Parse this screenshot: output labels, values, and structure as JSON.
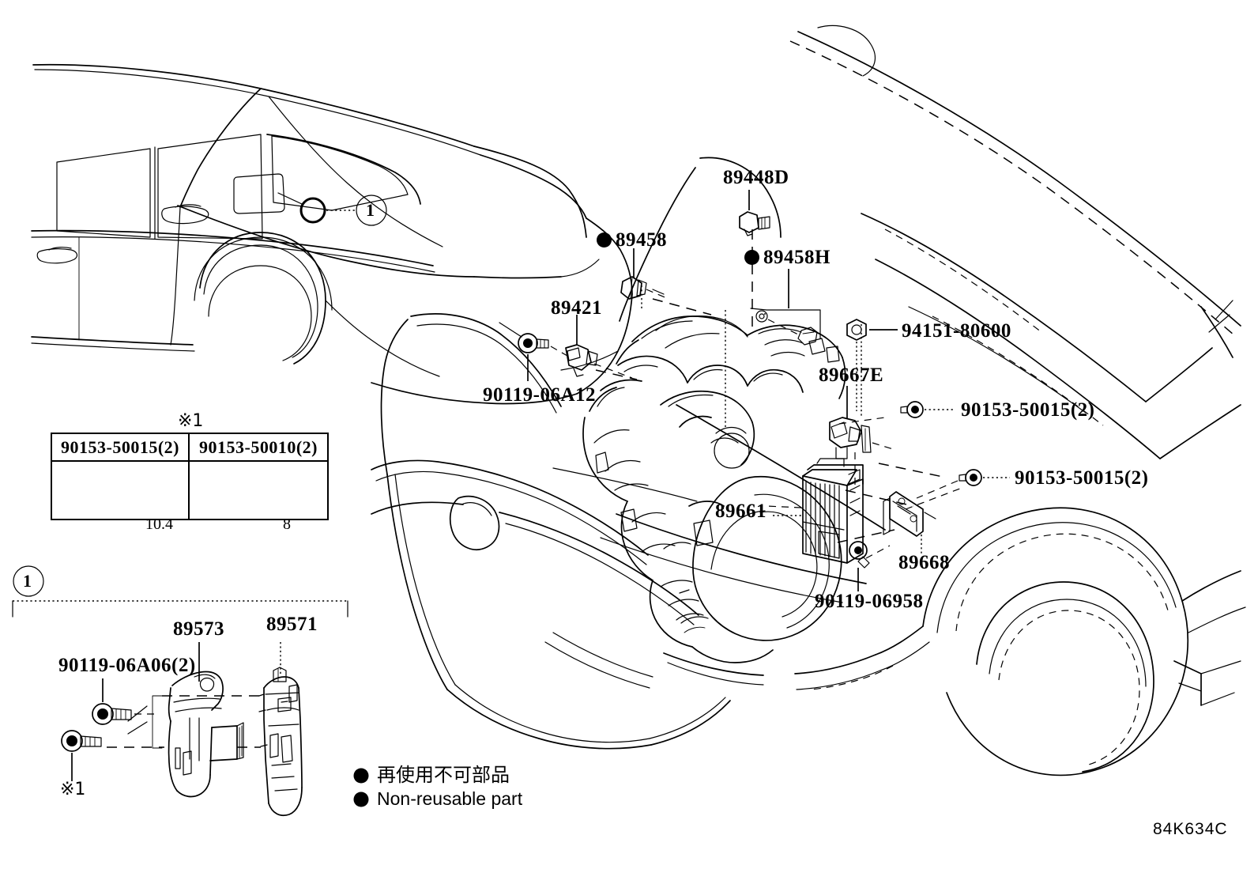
{
  "diagram": {
    "code": "84K634C",
    "title_callout": "1"
  },
  "legend": {
    "marker": "non-reusable-dot",
    "japanese": "再使用不可部品",
    "english": "Non-reusable part"
  },
  "note_table": {
    "star": "※1",
    "columns": [
      {
        "part_number": "90153-50015(2)",
        "dimension": "10.4"
      },
      {
        "part_number": "90153-50010(2)",
        "dimension": "8"
      }
    ]
  },
  "vehicle_view": {
    "callout_number": "1",
    "description": "rear quarter sedan body view"
  },
  "detail_view": {
    "callout_number": "1",
    "labels": [
      {
        "id": "bolt-1",
        "text": "90119-06A06(2)"
      },
      {
        "id": "bracket",
        "text": "89573"
      },
      {
        "id": "sensor",
        "text": "89571"
      },
      {
        "id": "screw-star",
        "text": "※1"
      }
    ]
  },
  "engine_view": {
    "labels": [
      {
        "id": "89448D",
        "text": "89448D",
        "nonreusable": false
      },
      {
        "id": "89458",
        "text": "89458",
        "nonreusable": true
      },
      {
        "id": "89458H",
        "text": "89458H",
        "nonreusable": true
      },
      {
        "id": "89421",
        "text": "89421",
        "nonreusable": false
      },
      {
        "id": "90119-06A12",
        "text": "90119-06A12",
        "nonreusable": false
      },
      {
        "id": "94151-80600",
        "text": "94151-80600",
        "nonreusable": false
      },
      {
        "id": "89667E",
        "text": "89667E",
        "nonreusable": false
      },
      {
        "id": "90153-50015-a",
        "text": "90153-50015(2)",
        "nonreusable": false
      },
      {
        "id": "90153-50015-b",
        "text": "90153-50015(2)",
        "nonreusable": false
      },
      {
        "id": "89661",
        "text": "89661",
        "nonreusable": false
      },
      {
        "id": "89668",
        "text": "89668",
        "nonreusable": false
      },
      {
        "id": "90119-06958",
        "text": "90119-06958",
        "nonreusable": false
      }
    ]
  },
  "colors": {
    "ink": "#000000",
    "paper": "#ffffff"
  }
}
